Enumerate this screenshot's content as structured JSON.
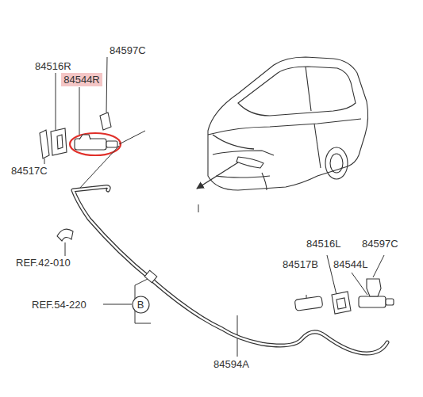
{
  "diagram": {
    "nodes": [
      {
        "text": [
          "84544R"
        ]
      },
      {
        "text": [
          "B"
        ]
      }
    ],
    "labels": [
      "84516R",
      "84597C",
      "84517C",
      "REF.42-010",
      "REF.54-220",
      "84516L",
      "84597C",
      "84517B",
      "84544L",
      "84594A"
    ]
  }
}
